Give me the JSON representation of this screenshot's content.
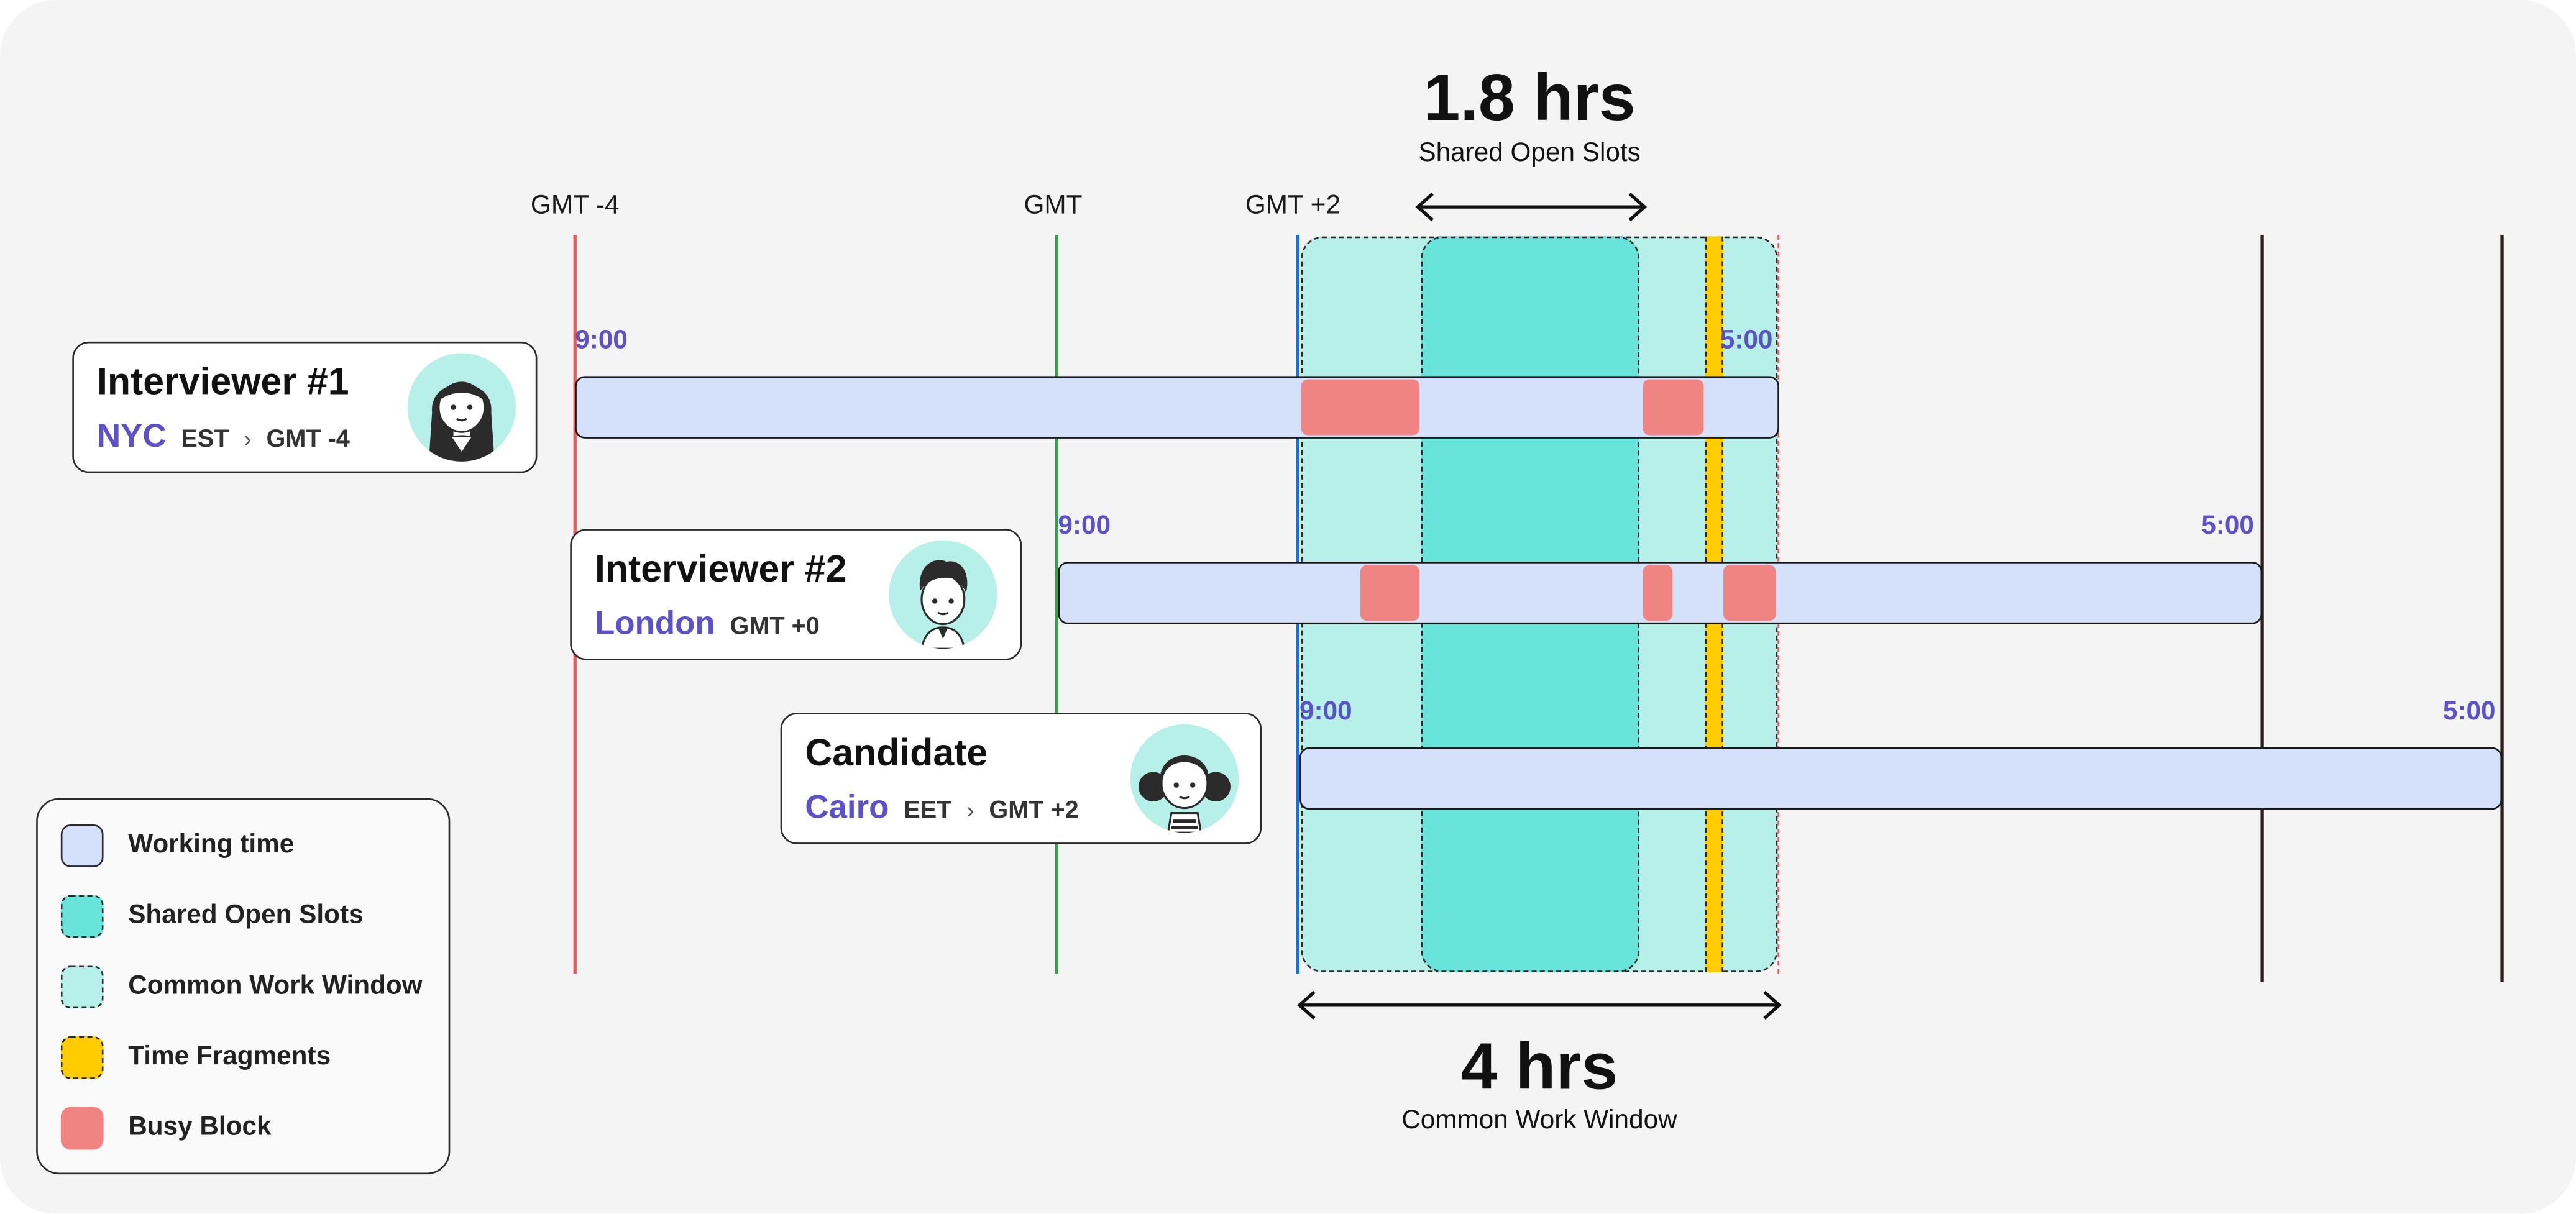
{
  "colors": {
    "background": "#f4f4f5",
    "working_time": "#d5e1fb",
    "shared_open_slots": "#69e4da",
    "common_work_window": "#b6f0e9",
    "time_fragments": "#ffcc00",
    "busy_block": "#f08482",
    "accent_text": "#5b51c9",
    "gmt_minus4_line": "#e35b5b",
    "gmt_line": "#33a04a",
    "gmt_plus2_line": "#1f6fd1"
  },
  "timezones": [
    "GMT -4",
    "GMT",
    "GMT +2"
  ],
  "participants": [
    {
      "name": "Interviewer #1",
      "city": "NYC",
      "zone": "EST",
      "offset": "GMT -4",
      "start": "9:00",
      "end": "5:00",
      "avatar_icon": "woman-avatar-icon"
    },
    {
      "name": "Interviewer #2",
      "city": "London",
      "zone": "",
      "offset": "GMT +0",
      "start": "9:00",
      "end": "5:00",
      "avatar_icon": "man-avatar-icon"
    },
    {
      "name": "Candidate",
      "city": "Cairo",
      "zone": "EET",
      "offset": "GMT +2",
      "start": "9:00",
      "end": "5:00",
      "avatar_icon": "girl-avatar-icon"
    }
  ],
  "chevron": "›",
  "shared_open_slots": {
    "value": "1.8 hrs",
    "label": "Shared Open Slots"
  },
  "common_work_window": {
    "value": "4 hrs",
    "label": "Common Work Window"
  },
  "legend": [
    {
      "label": "Working time",
      "icon": "working-time-swatch"
    },
    {
      "label": "Shared Open Slots",
      "icon": "shared-slots-swatch"
    },
    {
      "label": "Common Work Window",
      "icon": "common-window-swatch"
    },
    {
      "label": "Time Fragments",
      "icon": "time-fragments-swatch"
    },
    {
      "label": "Busy Block",
      "icon": "busy-block-swatch"
    }
  ]
}
